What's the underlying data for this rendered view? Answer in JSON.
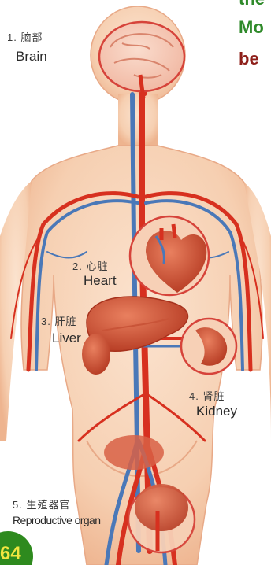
{
  "header_fragments": {
    "line1": "the",
    "line2": "Mo",
    "line3": "be"
  },
  "colors": {
    "header_line2": "#2f8a2a",
    "header_line3": "#8e1f1a",
    "page_badge": "#2e8a1e",
    "page_number": "#f2e640"
  },
  "labels": [
    {
      "id": "brain",
      "number_zh": "1. 脑部",
      "en": "Brain"
    },
    {
      "id": "heart",
      "number_zh": "2. 心脏",
      "en": "Heart"
    },
    {
      "id": "liver",
      "number_zh": "3. 肝脏",
      "en": "Liver"
    },
    {
      "id": "kidney",
      "number_zh": "4. 肾脏",
      "en": "Kidney"
    },
    {
      "id": "reproductive",
      "number_zh": "5. 生殖器官",
      "en": "Reproductive organ"
    }
  ],
  "page_number": "64"
}
